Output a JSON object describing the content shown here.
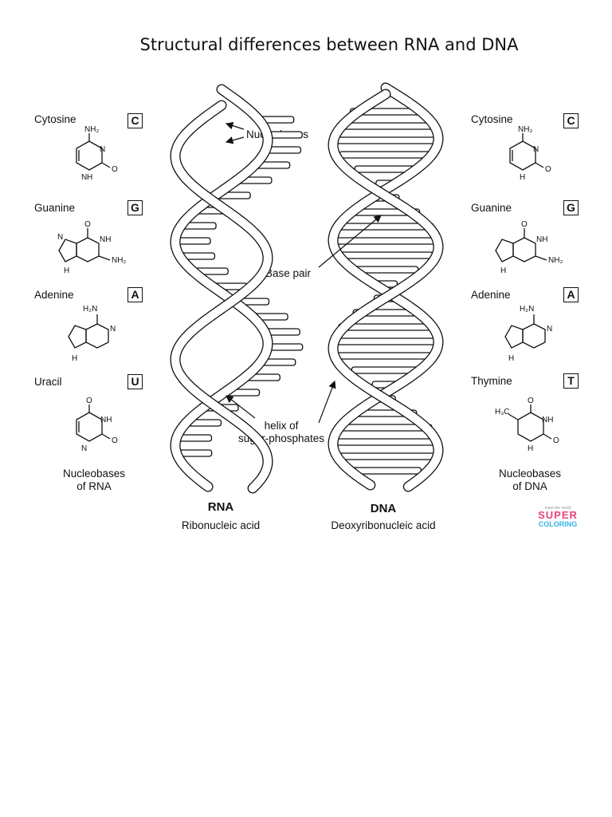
{
  "title": "Structural differences between RNA and DNA",
  "rna_side": {
    "bases": [
      {
        "name": "Cytosine",
        "letter": "C"
      },
      {
        "name": "Guanine",
        "letter": "G"
      },
      {
        "name": "Adenine",
        "letter": "A"
      },
      {
        "name": "Uracil",
        "letter": "U"
      }
    ],
    "caption_line1": "Nucleobases",
    "caption_line2": "of RNA"
  },
  "dna_side": {
    "bases": [
      {
        "name": "Cytosine",
        "letter": "C"
      },
      {
        "name": "Guanine",
        "letter": "G"
      },
      {
        "name": "Adenine",
        "letter": "A"
      },
      {
        "name": "Thymine",
        "letter": "T"
      }
    ],
    "caption_line1": "Nucleobases",
    "caption_line2": "of DNA"
  },
  "annotations": {
    "nucleobases": "Nucleobases",
    "base_pair": "Base pair",
    "helix_line1": "helix of",
    "helix_line2": "sugar-phosphates"
  },
  "helices": {
    "rna_title": "RNA",
    "rna_subtitle": "Ribonucleic acid",
    "dna_title": "DNA",
    "dna_subtitle": "Deoxyribonucleic acid"
  },
  "chem": {
    "nh2": "NH₂",
    "h2n": "H₂N",
    "nh": "NH",
    "n": "N",
    "h": "H",
    "o": "O",
    "h3c": "H₃C"
  },
  "logo": {
    "tagline": "meet the world",
    "word1": "SUPER",
    "word2": "COLORING"
  }
}
